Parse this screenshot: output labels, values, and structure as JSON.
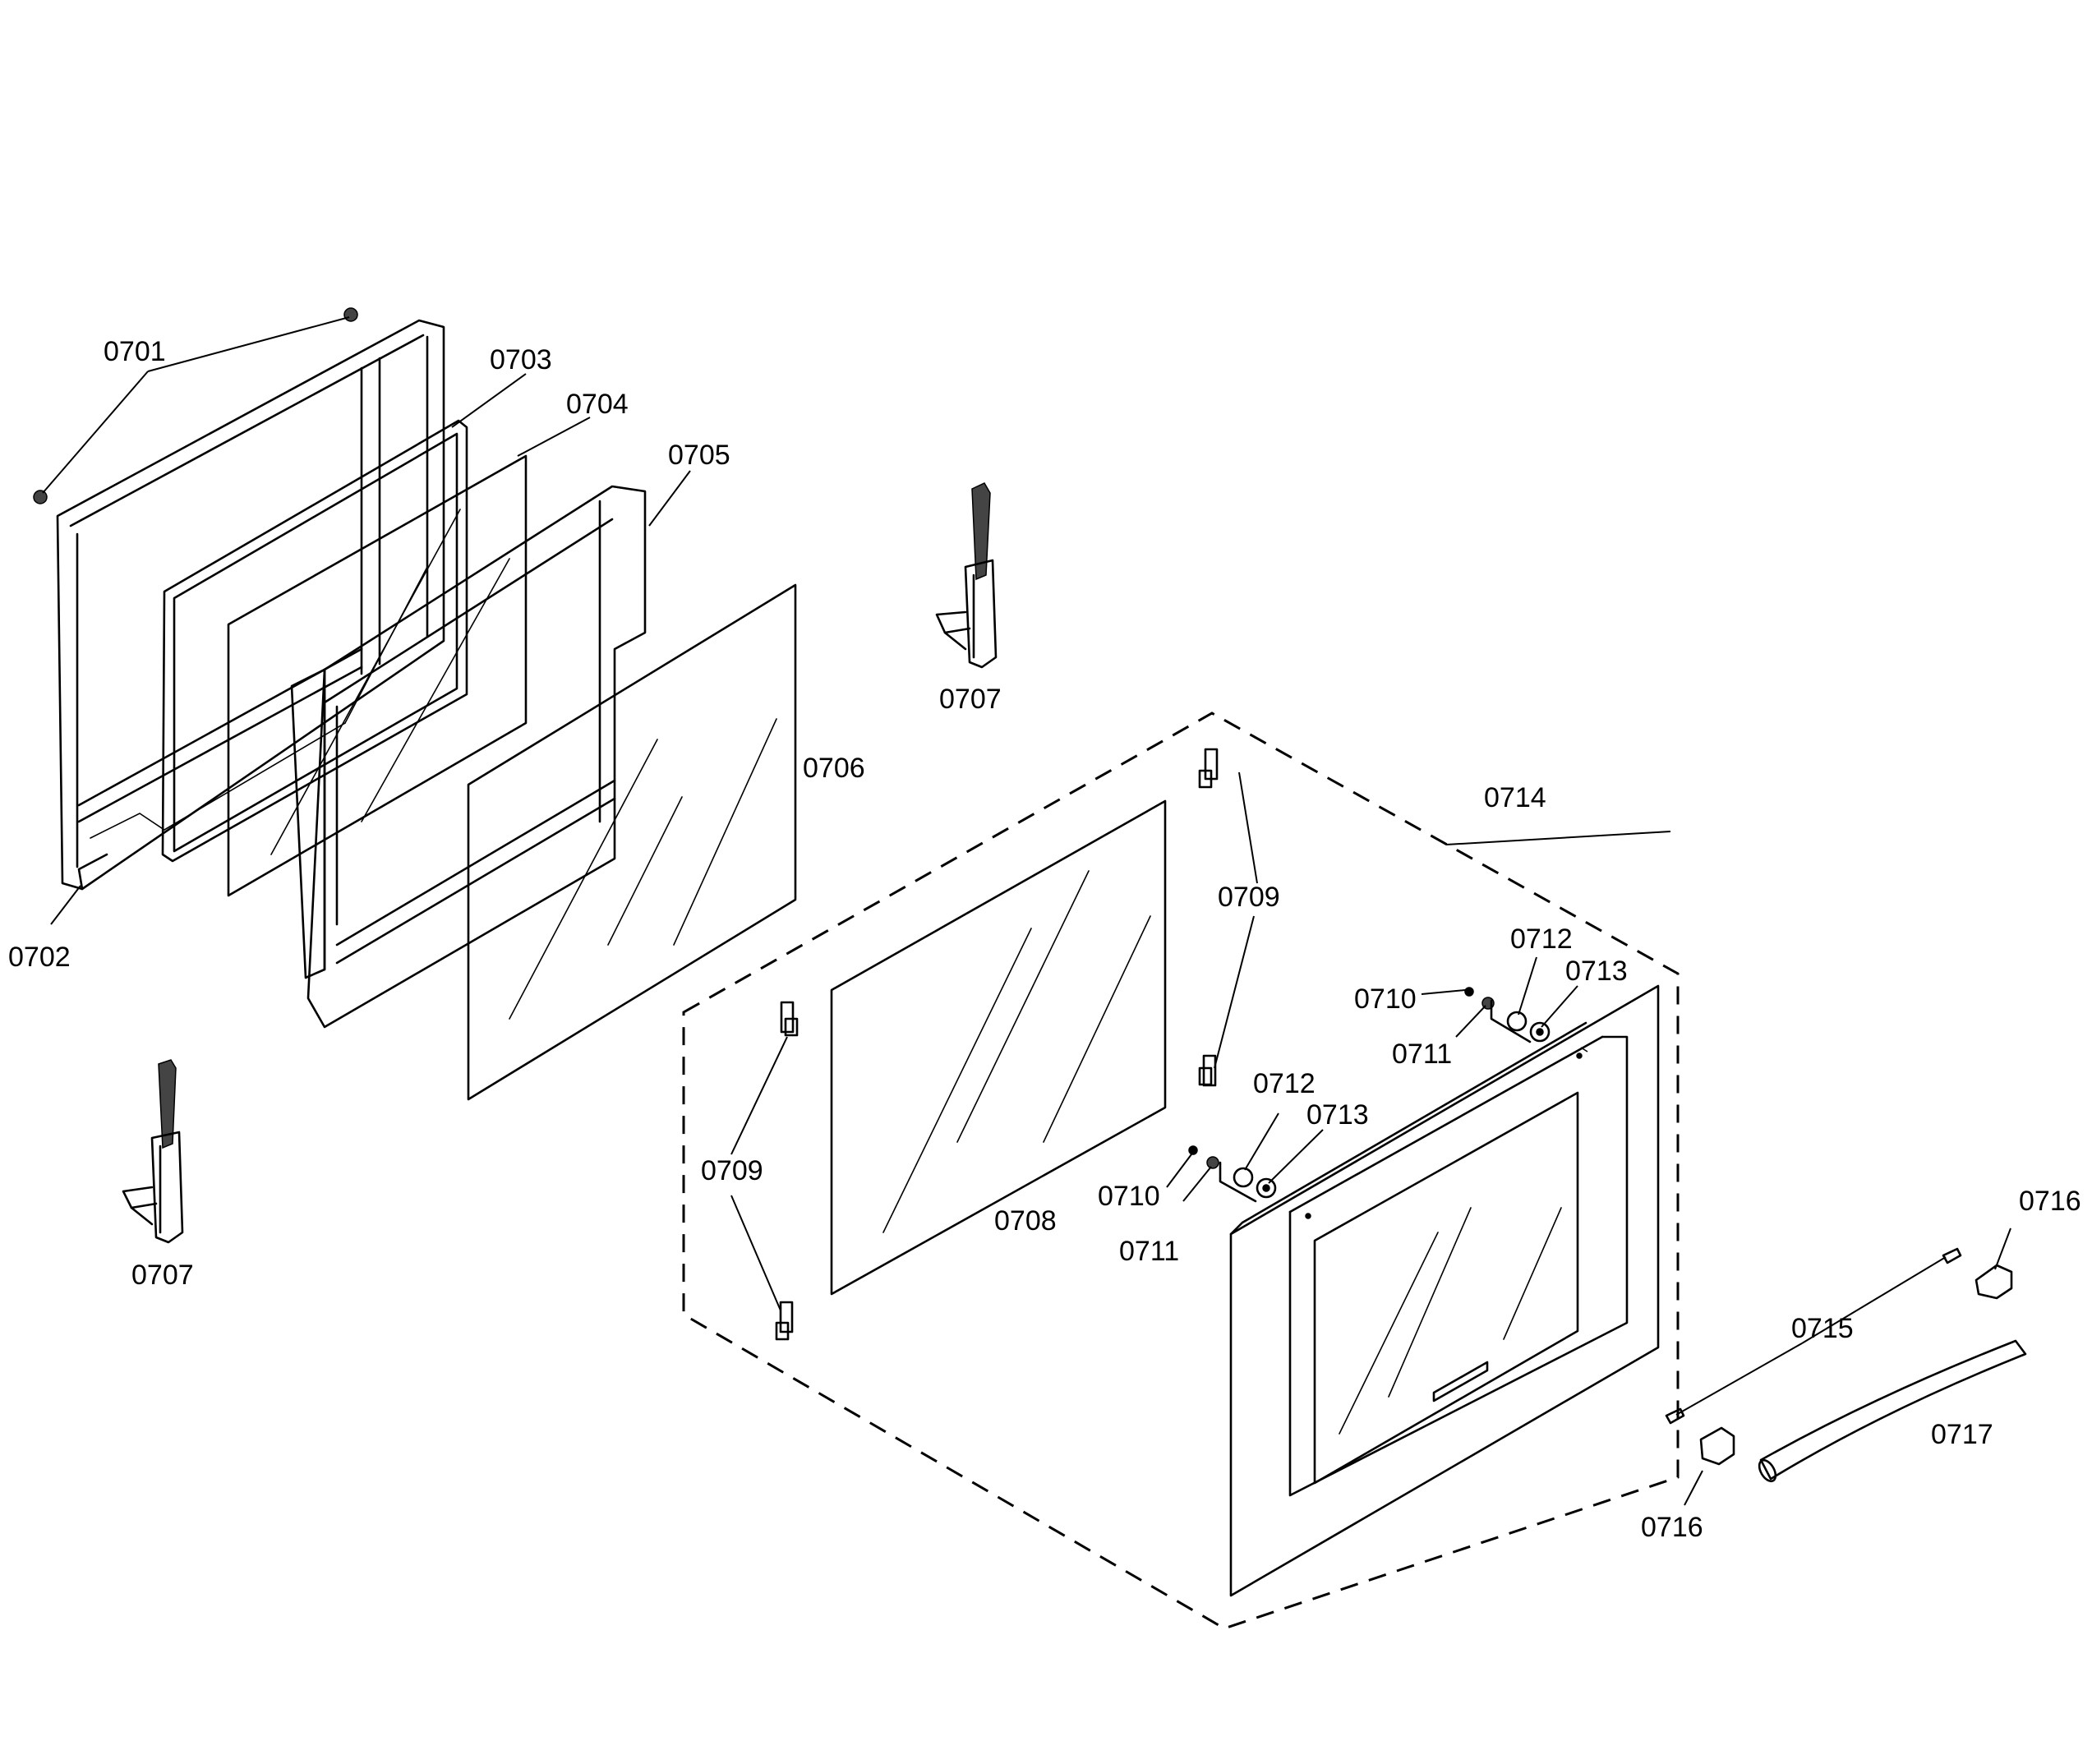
{
  "callouts": {
    "c0701": "0701",
    "c0702": "0702",
    "c0703": "0703",
    "c0704": "0704",
    "c0705": "0705",
    "c0706": "0706",
    "c0707a": "0707",
    "c0707b": "0707",
    "c0708": "0708",
    "c0709a": "0709",
    "c0709b": "0709",
    "c0710a": "0710",
    "c0710b": "0710",
    "c0711a": "0711",
    "c0711b": "0711",
    "c0712a": "0712",
    "c0712b": "0712",
    "c0713a": "0713",
    "c0713b": "0713",
    "c0714": "0714",
    "c0715": "0715",
    "c0716a": "0716",
    "c0716b": "0716",
    "c0717": "0717"
  },
  "colors": {
    "line": "#000000",
    "background": "#ffffff"
  }
}
